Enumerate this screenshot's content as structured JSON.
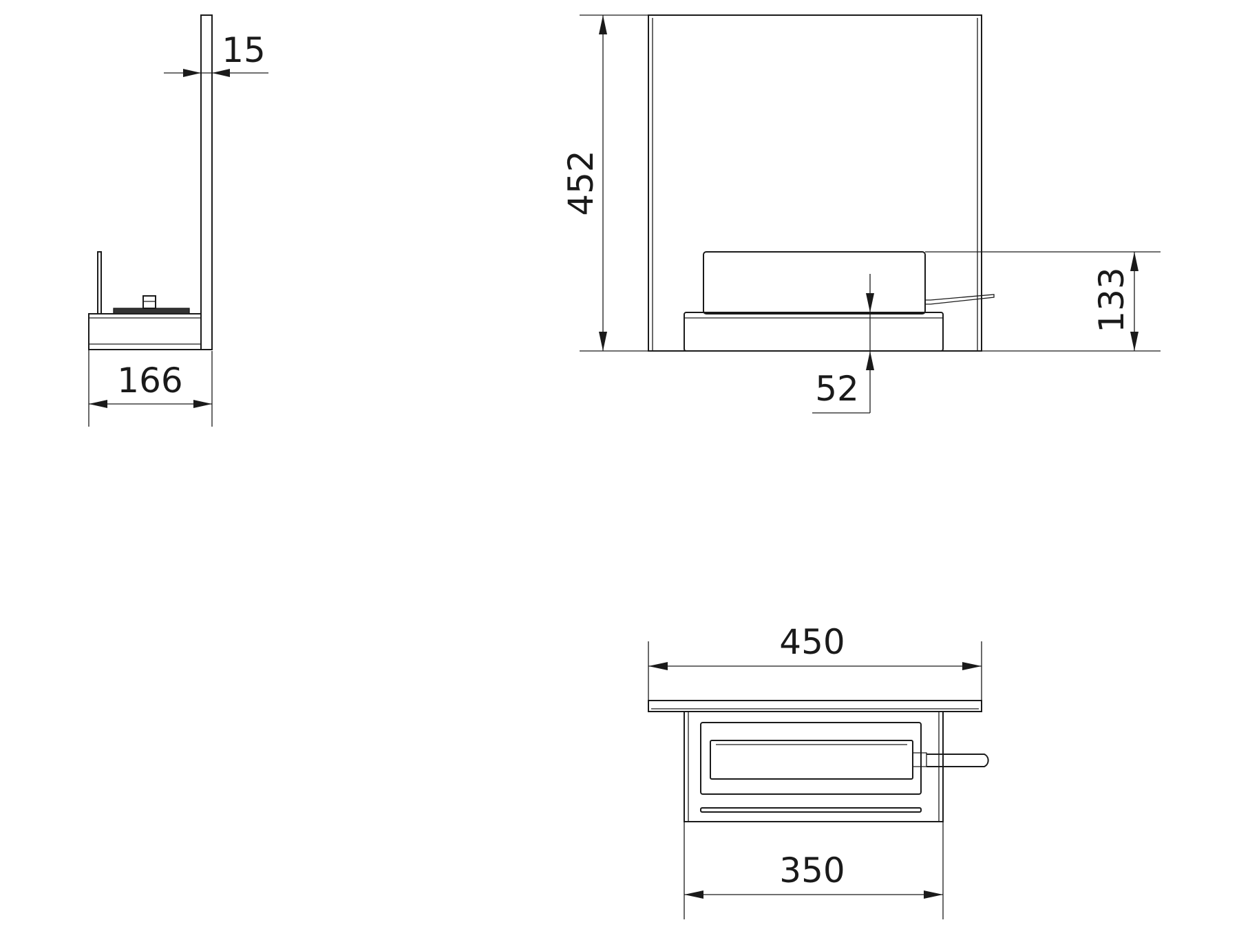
{
  "views": {
    "side": {
      "thickness": "15",
      "depth": "166"
    },
    "front": {
      "height": "452",
      "burner_height": "133",
      "base_height": "52"
    },
    "top": {
      "width": "450",
      "burner_width": "350"
    }
  }
}
